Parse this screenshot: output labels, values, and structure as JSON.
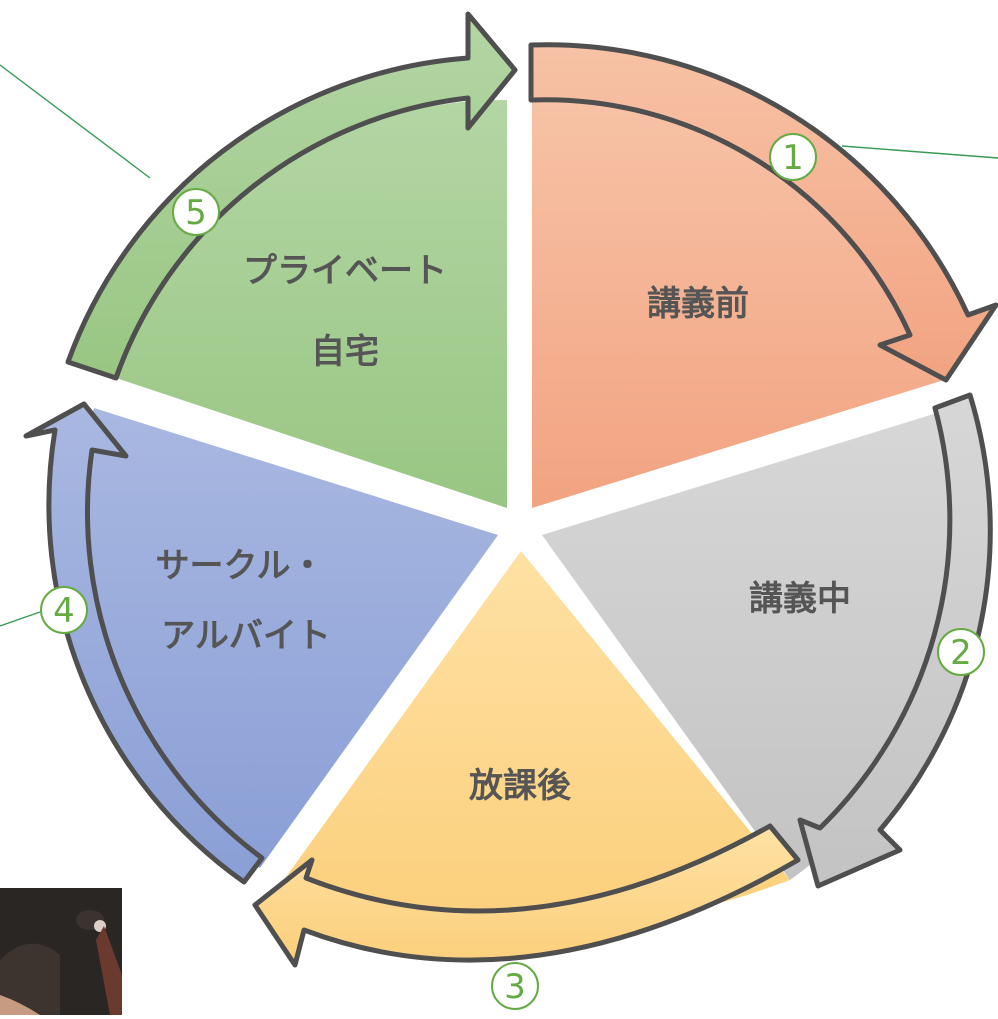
{
  "segments": [
    {
      "id": "before-lecture",
      "lines": [
        "講義前"
      ]
    },
    {
      "id": "during-lecture",
      "lines": [
        "講義中"
      ]
    },
    {
      "id": "after-school",
      "lines": [
        "放課後"
      ]
    },
    {
      "id": "club-parttime",
      "lines": [
        "サークル・",
        "アルバイト"
      ]
    },
    {
      "id": "private-home",
      "lines": [
        "プライベート",
        "自宅"
      ]
    }
  ],
  "markers": [
    "1",
    "2",
    "3",
    "4",
    "5"
  ],
  "colors": {
    "orange_light": "#f7c2a6",
    "orange_dark": "#f2a381",
    "gray_light": "#d7d7d7",
    "gray_dark": "#c3c3c3",
    "yellow_light": "#ffe1a4",
    "yellow_dark": "#fbcf7b",
    "blue_light": "#a9b8e1",
    "blue_dark": "#8a9fd6",
    "green_light": "#b3d6a4",
    "green_dark": "#99c683",
    "outline": "#4f4f4f",
    "marker_stroke": "#66aa44",
    "leader_line": "#3a9a55",
    "label_text": "#555555"
  }
}
